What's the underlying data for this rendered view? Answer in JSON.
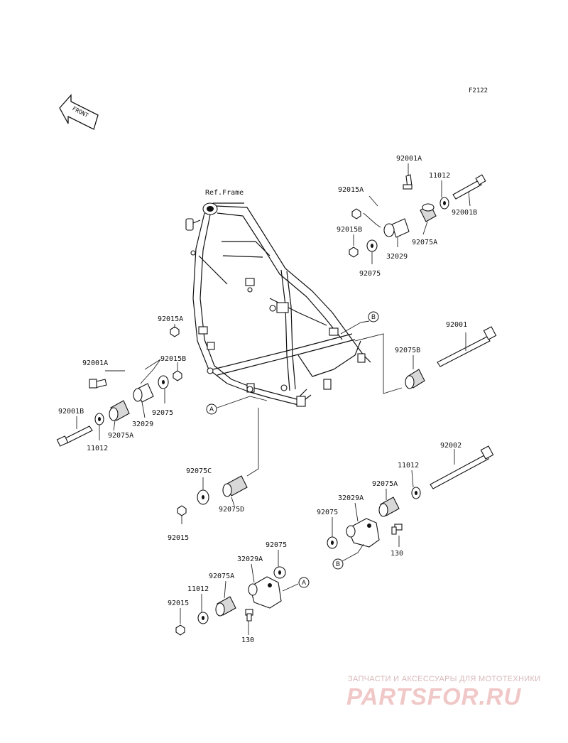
{
  "page": {
    "code": "F2122",
    "front_label": "FRONT",
    "ref_frame": "Ref.Frame"
  },
  "labels": {
    "l92001A_top": "92001A",
    "l92015A_top": "92015A",
    "l11012_top": "11012",
    "l92001B_top": "92001B",
    "l92015B_top": "92015B",
    "l92075A_top": "92075A",
    "l32029_top": "32029",
    "l92075_top": "92075",
    "l92015A_left": "92015A",
    "l92015B_left": "92015B",
    "l92001A_left": "92001A",
    "l92075_left": "92075",
    "l32029_left": "32029",
    "l92001B_left": "92001B",
    "l92075A_left": "92075A",
    "l11012_left": "11012",
    "l92001": "92001",
    "l92075B": "92075B",
    "l92002": "92002",
    "l11012_right": "11012",
    "l92075A_right": "92075A",
    "l32029A_right": "32029A",
    "l92075_right": "92075",
    "l130_right": "130",
    "l92075C": "92075C",
    "l92075D": "92075D",
    "l92015_mid": "92015",
    "l92075_bot": "92075",
    "l32029A_bot": "32029A",
    "l92075A_bot": "92075A",
    "l11012_bot": "11012",
    "l92015_bot": "92015",
    "l130_bot": "130"
  },
  "markers": {
    "A": "A",
    "B": "B"
  },
  "watermark": {
    "line1": "ЗАПЧАСТИ И АКСЕССУАРЫ ДЛЯ МОТОТЕХНИКИ",
    "line2": "PARTSFOR.RU"
  }
}
